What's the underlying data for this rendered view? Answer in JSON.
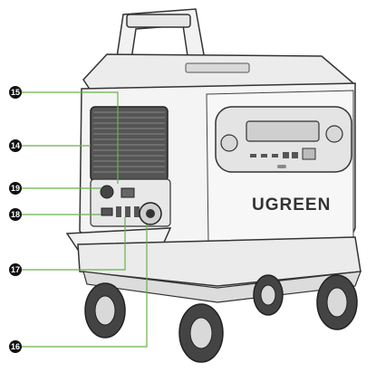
{
  "brand": {
    "logo_text": "UGREEN"
  },
  "callouts": [
    {
      "id": "15",
      "label": "15",
      "target": "top-usb-ports"
    },
    {
      "id": "14",
      "label": "14",
      "target": "side-vent-grille"
    },
    {
      "id": "19",
      "label": "19",
      "target": "dc-input-port"
    },
    {
      "id": "18",
      "label": "18",
      "target": "auxiliary-port"
    },
    {
      "id": "17",
      "label": "17",
      "target": "ac-input-ports"
    },
    {
      "id": "16",
      "label": "16",
      "target": "round-expansion-port"
    }
  ],
  "colors": {
    "callout_fill": "#111111",
    "callout_text": "#ffffff",
    "body_light": "#f2f2f2",
    "body_mid": "#d9d9d9",
    "outline": "#333333",
    "wheel_tread": "#444444"
  },
  "icons": [
    "wheel-icon",
    "handle-icon",
    "vent-grille-icon",
    "display-panel-icon"
  ]
}
